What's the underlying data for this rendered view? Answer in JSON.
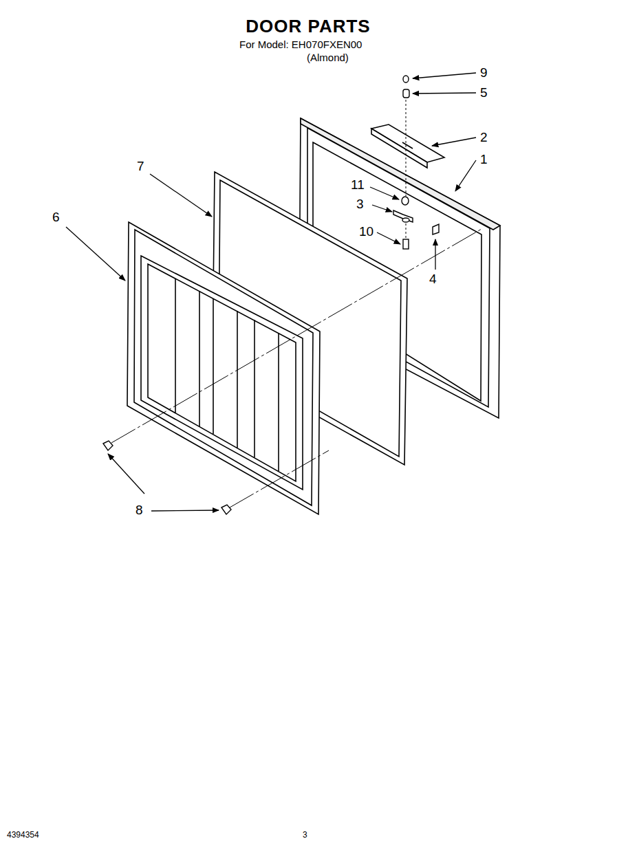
{
  "diagram": {
    "title": "DOOR PARTS",
    "labels": [
      "For Model: EH070FXEN00",
      "(Almond)",
      "9",
      "5",
      "2",
      "7",
      "1",
      "11",
      "3",
      "6",
      "10",
      "4",
      "8",
      "4394354",
      "3"
    ]
  }
}
